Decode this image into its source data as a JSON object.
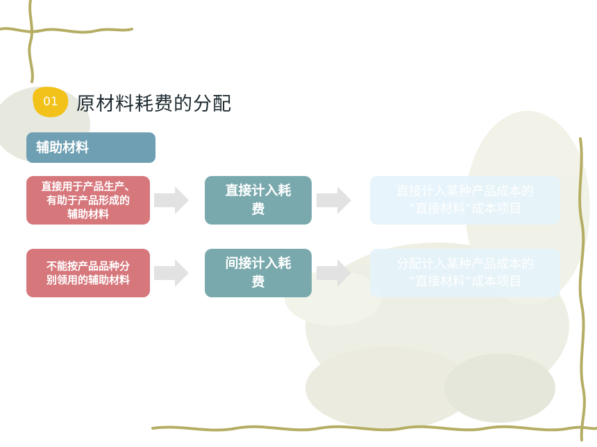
{
  "section": {
    "number": "01",
    "title": "原材料耗费的分配"
  },
  "category_label": "辅助材料",
  "rows": [
    {
      "source": [
        "直接用于产品生产、",
        "有助于产品形成的",
        "辅助材料"
      ],
      "method": [
        "直接计入耗",
        "费"
      ],
      "result": [
        "直接计入某种产品成本的",
        "“直接材料”成本项目"
      ]
    },
    {
      "source": [
        "不能按产品品种分",
        "别领用的辅助材料"
      ],
      "method": [
        "间接计入耗",
        "费"
      ],
      "result": [
        "分配计入某种产品成本的",
        "“直接材料”成本项目"
      ]
    }
  ],
  "colors": {
    "badge": "#f2c21b",
    "category": "#6e9fb2",
    "source": "#d6777c",
    "method": "#7aa9ad",
    "result": "#e4f2fa",
    "arrow": "#e2e2e2",
    "vine": "#b5ad64"
  }
}
